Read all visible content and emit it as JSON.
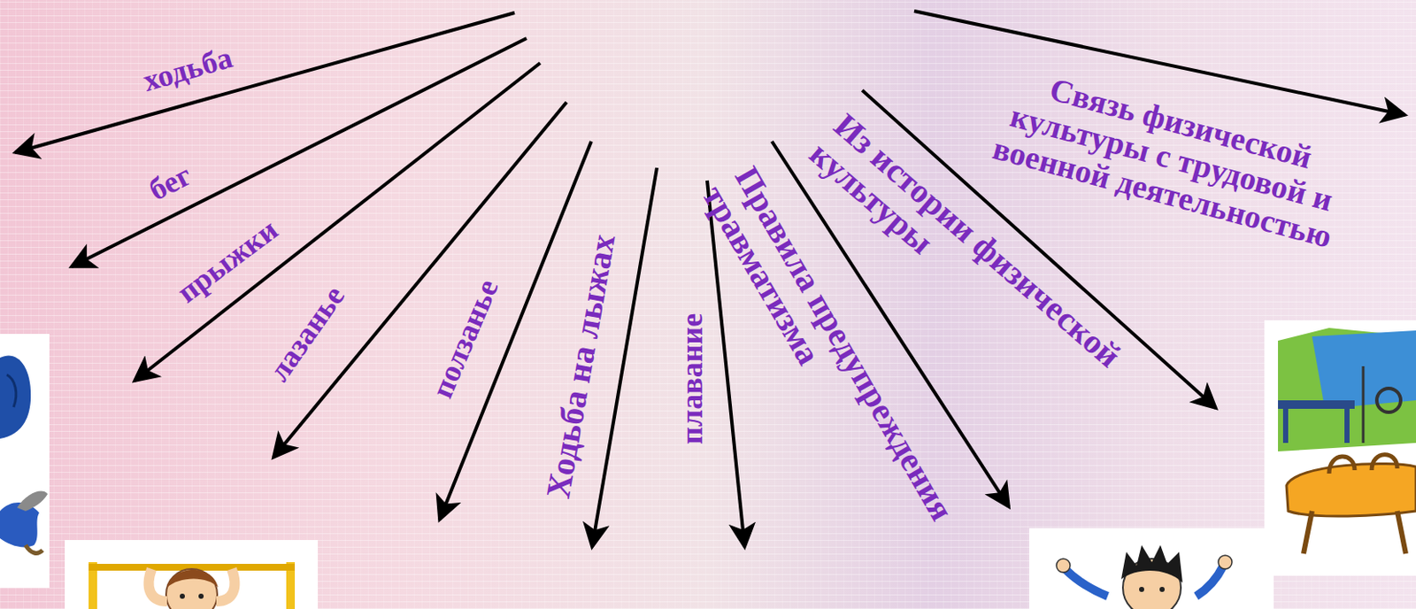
{
  "diagram": {
    "labels": [
      "ходьба",
      "бег",
      "прыжки",
      "лазанье",
      "ползанье",
      "Ходьба на лыжах",
      "плавание",
      "Правила предупреждения травматизма",
      "Из истории физической культуры",
      "Связь физической культуры с трудовой и военной деятельностью"
    ]
  }
}
